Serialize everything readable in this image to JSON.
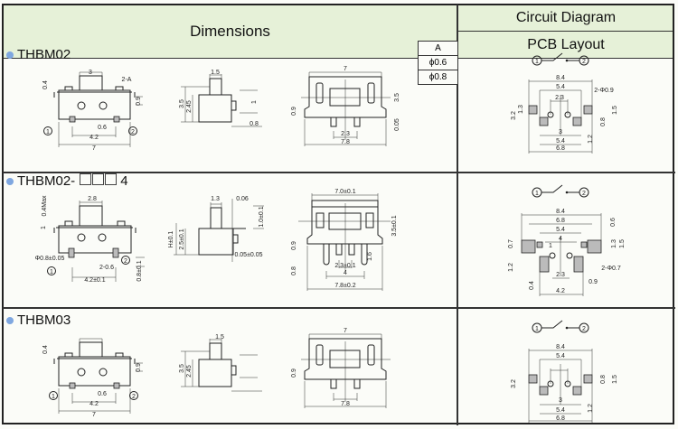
{
  "header": {
    "dimensions": "Dimensions",
    "circuit": "Circuit Diagram",
    "pcb": "PCB Layout"
  },
  "a_table": {
    "header": "A",
    "rows": [
      "ϕ0.6",
      "ϕ0.8"
    ]
  },
  "rows": [
    {
      "title": "THBM02",
      "suffix": "",
      "front": [
        "3",
        "0.4",
        "2-A",
        "0.9",
        "0.6",
        "4.2",
        "7"
      ],
      "side": [
        "1.5",
        "3.5",
        "2.45",
        "1",
        "0.8"
      ],
      "top": [
        "7",
        "3.5",
        "0.9",
        "0.05",
        "2.3",
        "7.8"
      ],
      "pcb": [
        "8.4",
        "5.4",
        "2.3",
        "2-Φ0.9",
        "1.3",
        "3.2",
        "1.5",
        "0.8",
        "3",
        "5.4",
        "6.8",
        "1.2"
      ]
    },
    {
      "title": "THBM02-",
      "suffix": "4",
      "front": [
        "2.8",
        "0.4Max",
        "1",
        "Φ0.8±0.05",
        "2-0.6",
        "4.2±0.1",
        "0.8±0.1"
      ],
      "side": [
        "1.3",
        "0.06",
        "1.0±0.1",
        "H±0.1",
        "2.5±0.1",
        "0.05±0.05"
      ],
      "top": [
        "7.0±0.1",
        "3.5±0.1",
        "0.9",
        "0.8",
        "1.6",
        "2.3±0.1",
        "4",
        "7.8±0.2"
      ],
      "pcb": [
        "8.4",
        "6.8",
        "5.4",
        "4",
        "0.6",
        "0.7",
        "1",
        "1.3",
        "1.5",
        "1.2",
        "2-Φ0.7",
        "0.4",
        "2.3",
        "0.9",
        "4.2"
      ]
    },
    {
      "title": "THBM03",
      "suffix": "",
      "front": [
        "0.4",
        "0.9",
        "0.6",
        "4.2",
        "7"
      ],
      "side": [
        "1.5",
        "3.5",
        "2.45"
      ],
      "top": [
        "7",
        "0.9",
        "7.8"
      ],
      "pcb": [
        "8.4",
        "5.4",
        "1.5",
        "0.8",
        "3.2",
        "3",
        "5.4",
        "6.8",
        "1.2"
      ]
    }
  ],
  "terminals": {
    "t1": "1",
    "t2": "2"
  }
}
